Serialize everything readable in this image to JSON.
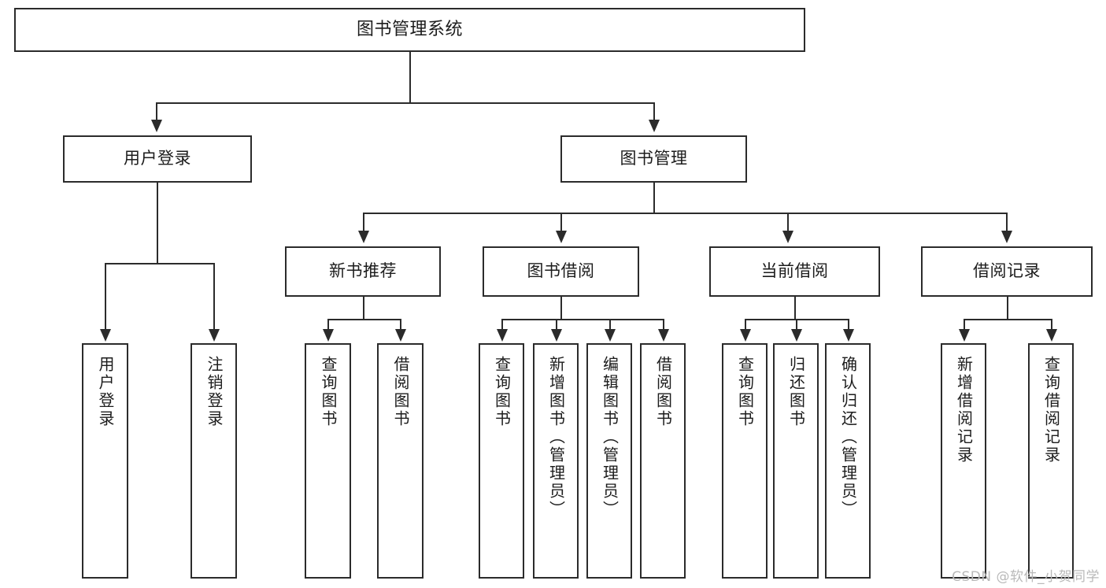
{
  "diagram": {
    "type": "tree",
    "title": "图书管理系统",
    "watermark": "CSDN @软件_小贺同学",
    "colors": {
      "stroke": "#2b2b2b",
      "fill": "#ffffff",
      "text": "#1c1c1c",
      "watermark": "#b9b9b9"
    },
    "root": {
      "label": "图书管理系统"
    },
    "level2": [
      {
        "label": "用户登录"
      },
      {
        "label": "图书管理"
      }
    ],
    "level3": [
      {
        "label": "新书推荐"
      },
      {
        "label": "图书借阅"
      },
      {
        "label": "当前借阅"
      },
      {
        "label": "借阅记录"
      }
    ],
    "leaves": {
      "user_login": [
        {
          "label": "用户登录"
        },
        {
          "label": "注销登录"
        }
      ],
      "new_book_recommend": [
        {
          "label": "查询图书"
        },
        {
          "label": "借阅图书"
        }
      ],
      "book_borrow": [
        {
          "label": "查询图书"
        },
        {
          "label": "新增图书（管理员）"
        },
        {
          "label": "编辑图书（管理员）"
        },
        {
          "label": "借阅图书"
        }
      ],
      "current_borrow": [
        {
          "label": "查询图书"
        },
        {
          "label": "归还图书"
        },
        {
          "label": "确认归还（管理员）"
        }
      ],
      "borrow_record": [
        {
          "label": "新增借阅记录"
        },
        {
          "label": "查询借阅记录"
        }
      ]
    }
  }
}
